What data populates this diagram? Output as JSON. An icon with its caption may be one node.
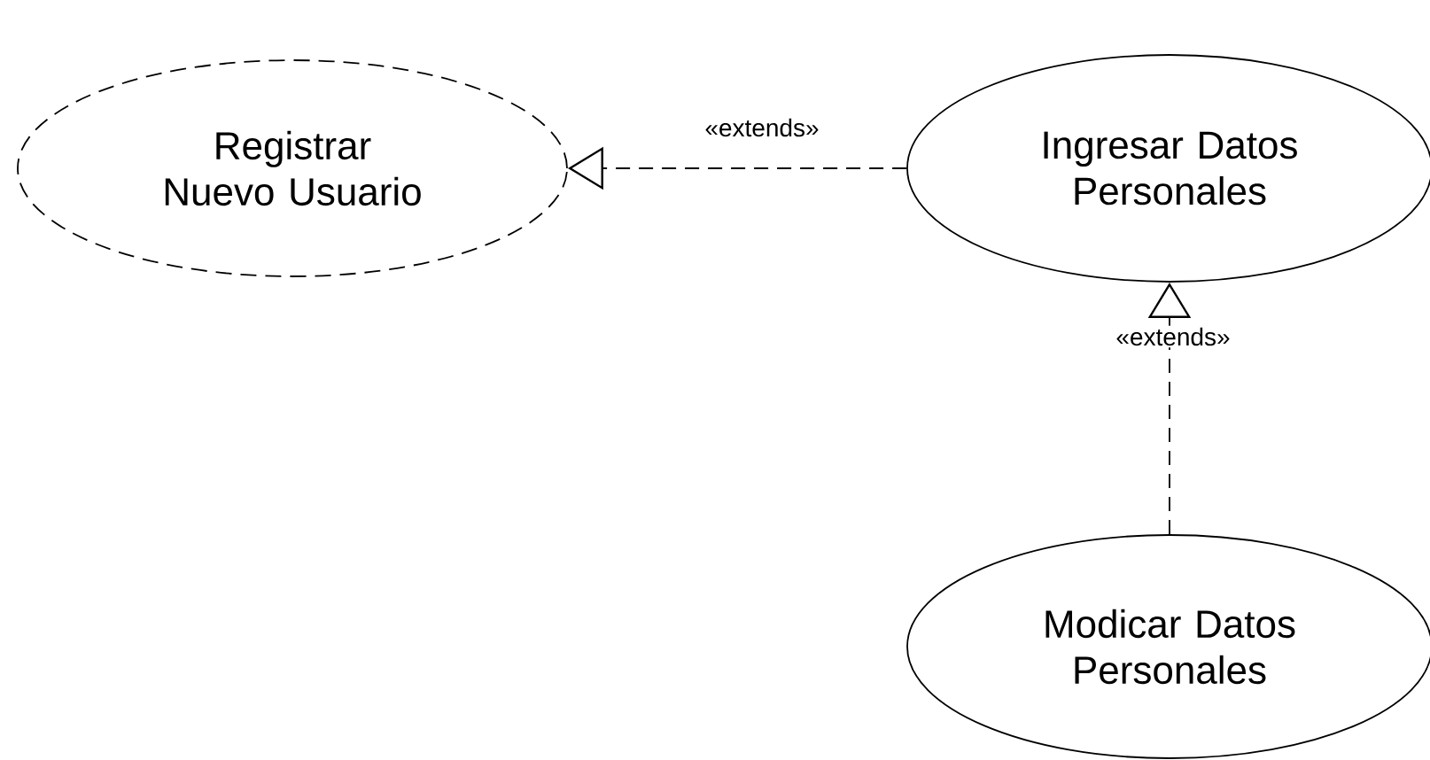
{
  "diagram": {
    "nodes": [
      {
        "text": [
          "Registrar Nuevo Usuario"
        ]
      },
      {
        "text": [
          "Ingresar Datos Personales"
        ]
      },
      {
        "text": [
          "Modicar Datos Personales"
        ]
      }
    ],
    "edges": [
      {
        "from": 1,
        "to": 0,
        "arrow": "to",
        "style": "dashed",
        "label": "«extends»"
      },
      {
        "from": 2,
        "to": 1,
        "arrow": "to",
        "style": "dashed",
        "label": "«extends»"
      }
    ]
  }
}
